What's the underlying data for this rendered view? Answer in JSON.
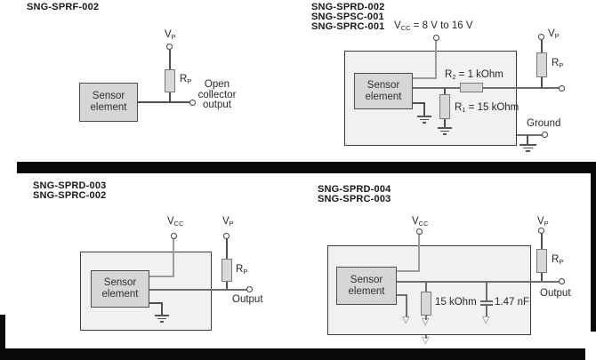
{
  "panels": {
    "p1": {
      "titles": [
        "SNG-SPRF-002"
      ],
      "sensor": [
        "Sensor",
        "element"
      ],
      "vp": {
        "base": "V",
        "sub": "P"
      },
      "rp": {
        "base": "R",
        "sub": "P"
      },
      "caption": [
        "Open",
        "collector",
        "output"
      ]
    },
    "p2": {
      "titles": [
        "SNG-SPRD-002",
        "SNG-SPSC-001",
        "SNG-SPRC-001"
      ],
      "vcc": {
        "base": "V",
        "sub": "CC",
        "rest": " = 8 V to 16 V"
      },
      "sensor": [
        "Sensor",
        "element"
      ],
      "r2": {
        "base": "R",
        "sub": "2",
        "rest": " = 1 kOhm"
      },
      "r1": {
        "base": "R",
        "sub": "1",
        "rest": " = 15 kOhm"
      },
      "vp": {
        "base": "V",
        "sub": "P"
      },
      "rp": {
        "base": "R",
        "sub": "P"
      },
      "ground": "Ground"
    },
    "p3": {
      "titles": [
        "SNG-SPRD-003",
        "SNG-SPRC-002"
      ],
      "vcc": {
        "base": "V",
        "sub": "CC"
      },
      "vp": {
        "base": "V",
        "sub": "P"
      },
      "rp": {
        "base": "R",
        "sub": "P"
      },
      "sensor": [
        "Sensor",
        "element"
      ],
      "output": "Output"
    },
    "p4": {
      "titles": [
        "SNG-SPRD-004",
        "SNG-SPRC-003"
      ],
      "vcc": {
        "base": "V",
        "sub": "CC"
      },
      "vp": {
        "base": "V",
        "sub": "P"
      },
      "rp": {
        "base": "R",
        "sub": "P"
      },
      "sensor": [
        "Sensor",
        "element"
      ],
      "output": "Output",
      "r_label": "15 kOhm",
      "c_label": "1.47 nF"
    }
  },
  "icons": {
    "ground_arrow": "▽"
  },
  "colors": {
    "frame_bar": "#0a0a0a",
    "wire_dark": "#4f4f4f",
    "wire_light": "#9c9c9c",
    "outer_box_fill": "#f1f1f2",
    "component_fill": "#d8d8d8",
    "text": "#26262e"
  }
}
